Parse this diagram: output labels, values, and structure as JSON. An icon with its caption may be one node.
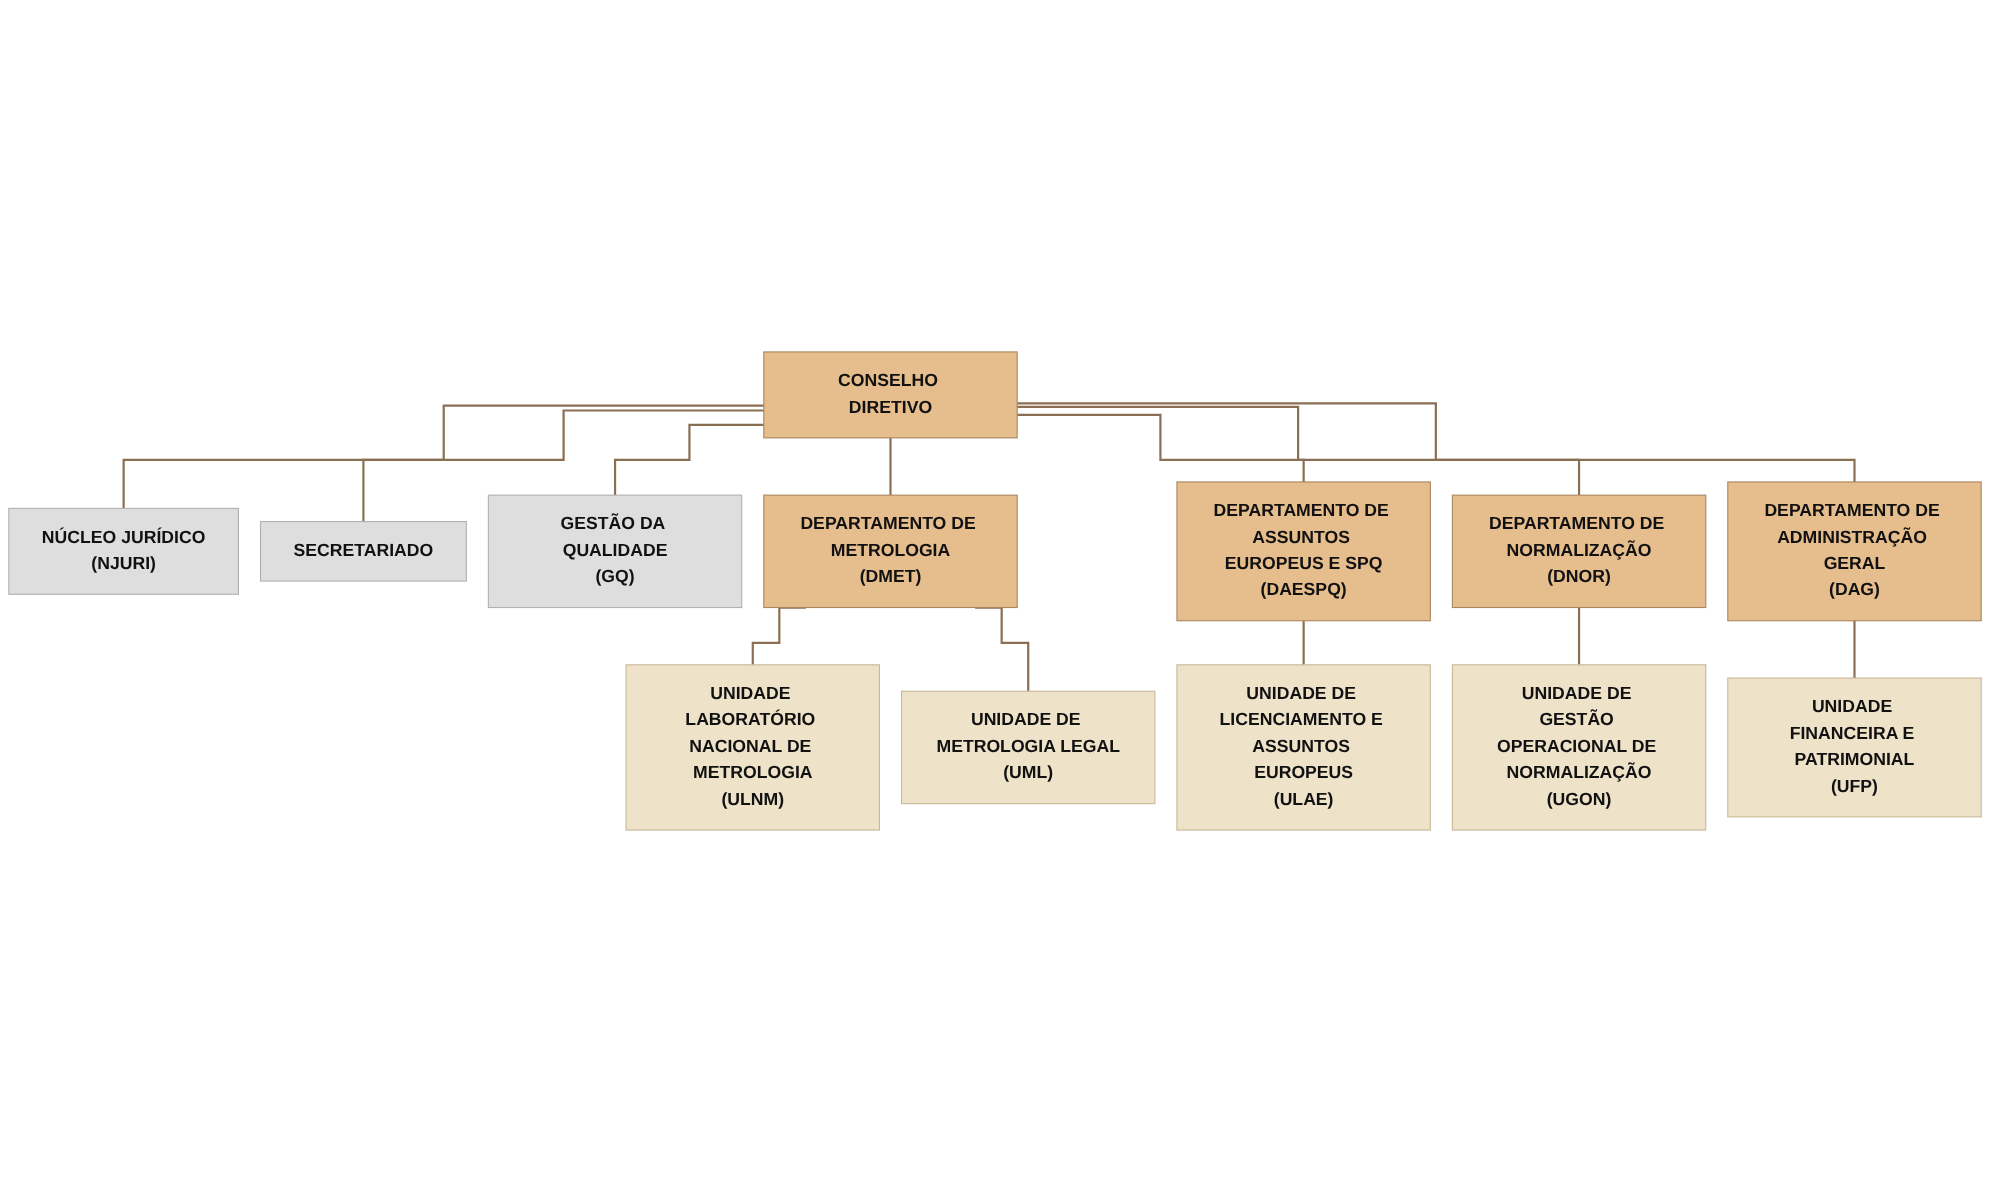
{
  "diagram": {
    "nodes": [
      {
        "text": [
          "CONSELHO DIRETIVO"
        ]
      },
      {
        "text": [
          "NÚCLEO JURÍDICO",
          "(NJURI)"
        ]
      },
      {
        "text": [
          "SECRETARIADO"
        ]
      },
      {
        "text": [
          "GESTÃO DA QUALIDADE",
          "(GQ)"
        ]
      },
      {
        "text": [
          "DEPARTAMENTO DE METROLOGIA",
          "(DMET)"
        ]
      },
      {
        "text": [
          "DEPARTAMENTO DE ASSUNTOS EUROPEUS E SPQ",
          "(DAESPQ)"
        ]
      },
      {
        "text": [
          "DEPARTAMENTO DE NORMALIZAÇÃO",
          "(DNOR)"
        ]
      },
      {
        "text": [
          "DEPARTAMENTO DE ADMINISTRAÇÃO GERAL",
          "(DAG)"
        ]
      },
      {
        "text": [
          "UNIDADE LABORATÓRIO NACIONAL DE METROLOGIA",
          "(ULNM)"
        ]
      },
      {
        "text": [
          "UNIDADE DE METROLOGIA LEGAL",
          "(UML)"
        ]
      },
      {
        "text": [
          "UNIDADE DE LICENCIAMENTO E ASSUNTOS EUROPEUS",
          "(ULAE)"
        ]
      },
      {
        "text": [
          "UNIDADE DE GESTÃO OPERACIONAL DE NORMALIZAÇÃO",
          "(UGON)"
        ]
      },
      {
        "text": [
          "UNIDADE FINANCEIRA E PATRIMONIAL",
          "(UFP)"
        ]
      }
    ],
    "edges": [
      {
        "from": 0,
        "to": 1,
        "arrow": "none"
      },
      {
        "from": 0,
        "to": 2,
        "arrow": "none"
      },
      {
        "from": 0,
        "to": 3,
        "arrow": "none"
      },
      {
        "from": 0,
        "to": 4,
        "arrow": "none"
      },
      {
        "from": 0,
        "to": 5,
        "arrow": "none"
      },
      {
        "from": 0,
        "to": 6,
        "arrow": "none"
      },
      {
        "from": 0,
        "to": 7,
        "arrow": "none"
      },
      {
        "from": 4,
        "to": 8,
        "arrow": "none"
      },
      {
        "from": 4,
        "to": 9,
        "arrow": "none"
      },
      {
        "from": 5,
        "to": 10,
        "arrow": "none"
      },
      {
        "from": 6,
        "to": 11,
        "arrow": "none"
      },
      {
        "from": 7,
        "to": 12,
        "arrow": "none"
      }
    ]
  }
}
